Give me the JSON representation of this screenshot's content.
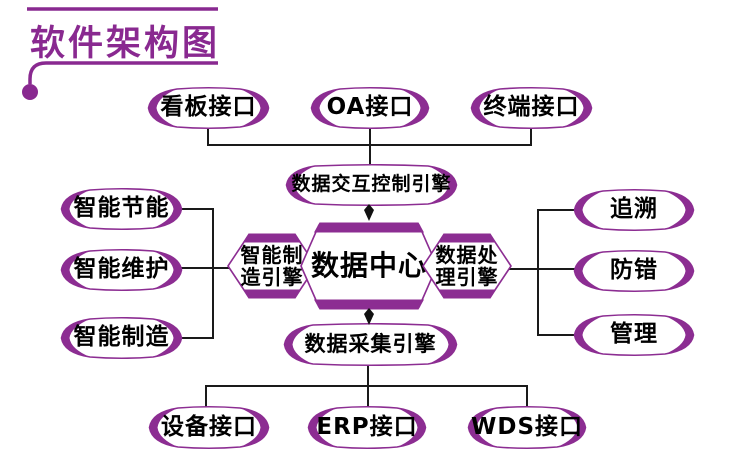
{
  "title": "软件架构图",
  "colors": {
    "purple": "#8C2D92",
    "title_purple": "#892990",
    "line": "#1A1A1A",
    "text": "#000000"
  },
  "diagram": {
    "top_interfaces": [
      {
        "label": "看板接口"
      },
      {
        "label": "OA接口"
      },
      {
        "label": "终端接口"
      }
    ],
    "interaction_engine": {
      "label": "数据交互控制引擎"
    },
    "left_modules": [
      {
        "label": "智能节能"
      },
      {
        "label": "智能维护"
      },
      {
        "label": "智能制造"
      }
    ],
    "manufacturing_engine": {
      "line1": "智能制",
      "line2": "造引擎"
    },
    "data_center": {
      "label": "数据中心"
    },
    "processing_engine": {
      "line1": "数据处",
      "line2": "理引擎"
    },
    "right_modules": [
      {
        "label": "追溯"
      },
      {
        "label": "防错"
      },
      {
        "label": "管理"
      }
    ],
    "collection_engine": {
      "label": "数据采集引擎"
    },
    "bottom_interfaces": [
      {
        "label": "设备接口"
      },
      {
        "label": "ERP接口"
      },
      {
        "label": "WDS接口"
      }
    ]
  }
}
